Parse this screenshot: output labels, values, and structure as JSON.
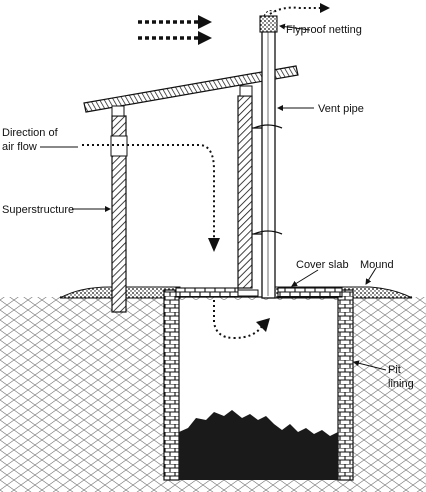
{
  "labels": {
    "flyproof_netting": "Flyproof netting",
    "vent_pipe": "Vent pipe",
    "direction_line1": "Direction of",
    "direction_line2": "air flow",
    "superstructure": "Superstructure",
    "cover_slab": "Cover slab",
    "mound": "Mound",
    "pit_line1": "Pit",
    "pit_line2": "lining"
  },
  "colors": {
    "ink": "#111111",
    "paper": "#ffffff",
    "fill": "#1a1a1a"
  }
}
